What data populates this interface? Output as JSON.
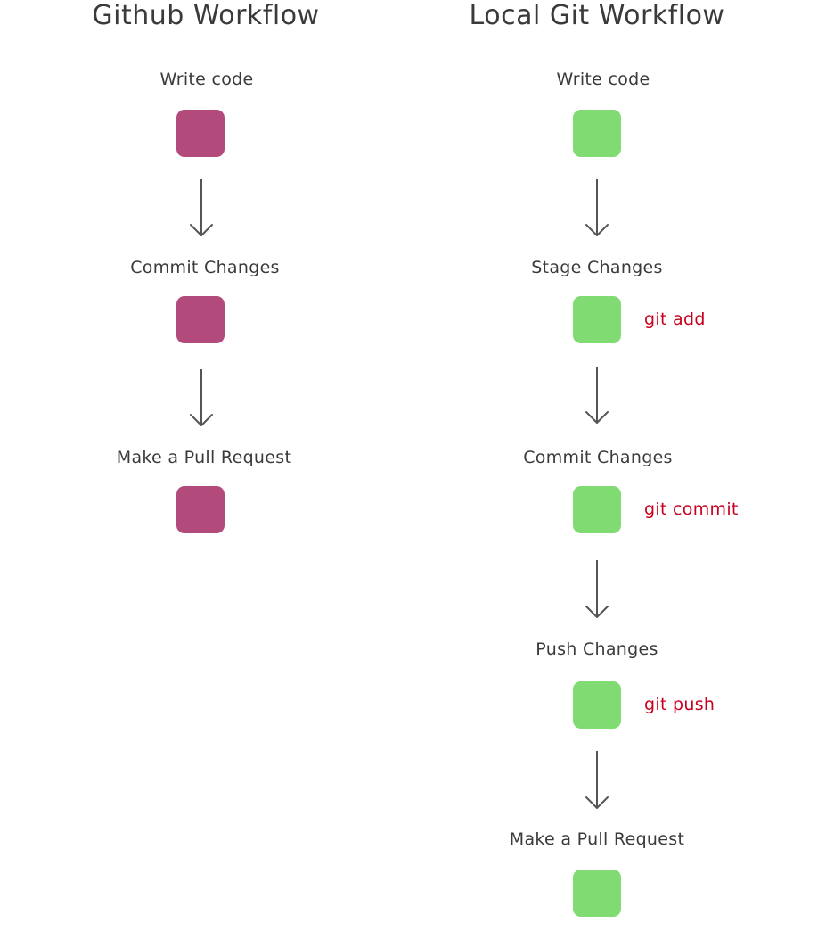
{
  "github_workflow": {
    "title": "Github Workflow",
    "box_color": "#b24b7b",
    "steps": [
      {
        "label": "Write code"
      },
      {
        "label": "Commit Changes"
      },
      {
        "label": "Make a Pull Request"
      }
    ]
  },
  "local_workflow": {
    "title": "Local Git Workflow",
    "box_color": "#7fdb72",
    "command_color": "#c8001e",
    "steps": [
      {
        "label": "Write code",
        "command": ""
      },
      {
        "label": "Stage Changes",
        "command": "git add"
      },
      {
        "label": "Commit Changes",
        "command": "git commit"
      },
      {
        "label": "Push Changes",
        "command": "git push"
      },
      {
        "label": "Make a Pull Request",
        "command": ""
      }
    ]
  },
  "arrow_color": "#555555"
}
